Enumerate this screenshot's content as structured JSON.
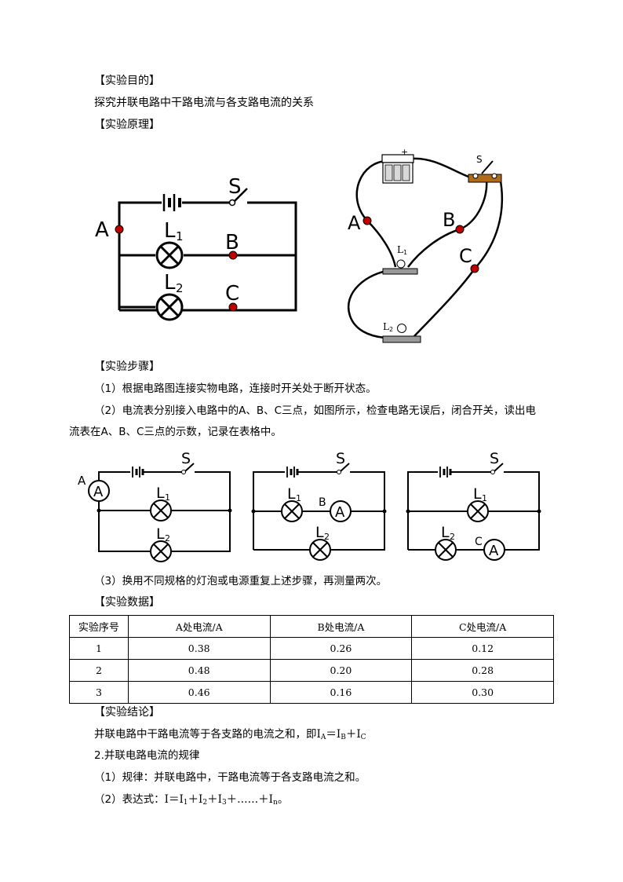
{
  "sections": {
    "purpose_heading": "【实验目的】",
    "purpose_text": "探究并联电路中干路电流与各支路电流的关系",
    "principle_heading": "【实验原理】",
    "steps_heading": "【实验步骤】",
    "step1": "（1）根据电路图连接实物电路，连接时开关处于断开状态。",
    "step2_line1": "（2）电流表分别接入电路中的A、B、C三点，如图所示，检查电路无误后，闭合开关，读出电",
    "step2_line2": "流表在A、B、C三点的示数，记录在表格中。",
    "step3": "（3）换用不同规格的灯泡或电源重复上述步骤，再测量两次。",
    "data_heading": "【实验数据】",
    "conclusion_heading": "【实验结论】",
    "conclusion_text": "并联电路中干路电流等于各支路的电流之和，即",
    "rule_title": "2.并联电路电流的规律",
    "rule1": "（1）规律：并联电路中，干路电流等于各支路电流之和。",
    "rule2_prefix": "（2）表达式："
  },
  "formulas": {
    "conclusion": {
      "I": "I",
      "A": "A",
      "eq": "＝",
      "B": "B",
      "plus": "＋",
      "C": "C"
    },
    "rule2": {
      "I": "I",
      "eq": "＝",
      "s1": "1",
      "plus": "＋",
      "s2": "2",
      "s3": "3",
      "dots": "……",
      "sn": "n",
      "end": "。"
    }
  },
  "circuit_labels": {
    "A": "A",
    "B": "B",
    "C": "C",
    "S": "S",
    "L": "L",
    "one": "1",
    "two": "2",
    "ammeter": "A",
    "plus": "+"
  },
  "table": {
    "headers": [
      "实验序号",
      "A处电流/A",
      "B处电流/A",
      "C处电流/A"
    ],
    "rows": [
      [
        "1",
        "0.38",
        "0.26",
        "0.12"
      ],
      [
        "2",
        "0.48",
        "0.20",
        "0.28"
      ],
      [
        "3",
        "0.46",
        "0.16",
        "0.30"
      ]
    ]
  },
  "colors": {
    "node": "#c00000",
    "wire": "#000000",
    "board": "#b06a18"
  }
}
